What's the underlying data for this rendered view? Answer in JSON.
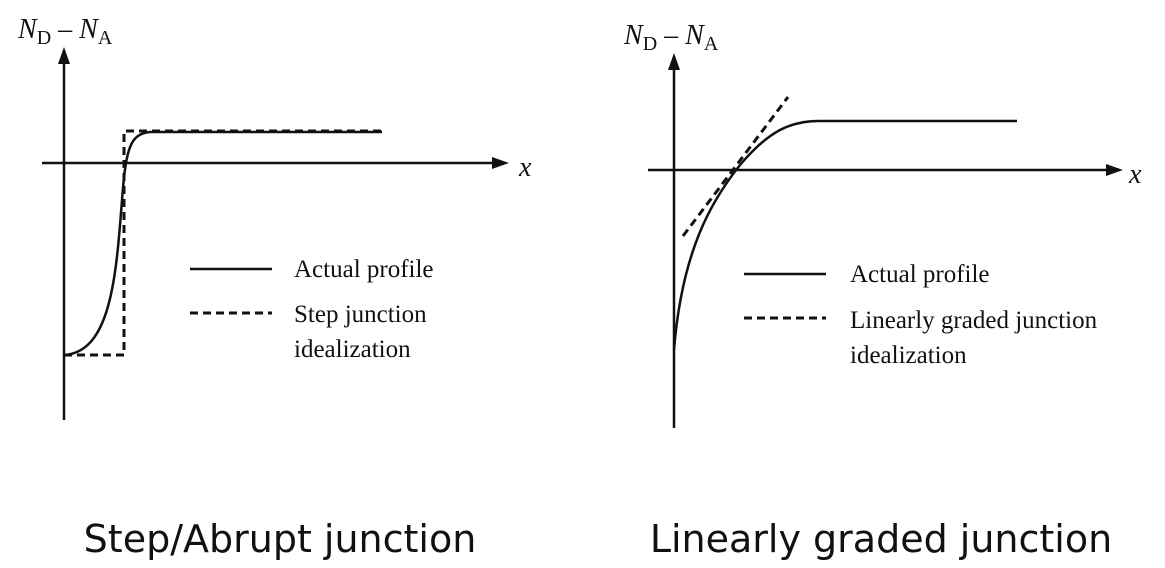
{
  "left_panel": {
    "y_axis_label_main_1": "N",
    "y_axis_label_sub_1": "D",
    "y_axis_label_dash": " – ",
    "y_axis_label_main_2": "N",
    "y_axis_label_sub_2": "A",
    "x_axis_label": "x",
    "legend_actual": "Actual profile",
    "legend_ideal_line1": "Step junction",
    "legend_ideal_line2": "idealization",
    "caption": "Step/Abrupt junction"
  },
  "right_panel": {
    "y_axis_label_main_1": "N",
    "y_axis_label_sub_1": "D",
    "y_axis_label_dash": " – ",
    "y_axis_label_main_2": "N",
    "y_axis_label_sub_2": "A",
    "x_axis_label": "x",
    "legend_actual": "Actual profile",
    "legend_ideal_line1": "Linearly graded junction",
    "legend_ideal_line2": "idealization",
    "caption": "Linearly graded junction"
  },
  "colors": {
    "ink": "#111111",
    "background": "#ffffff"
  }
}
